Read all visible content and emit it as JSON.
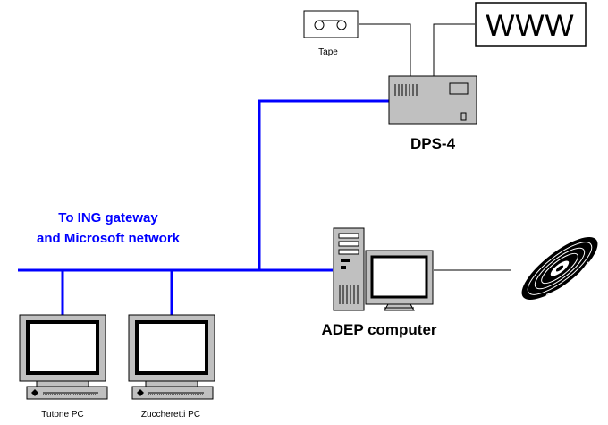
{
  "colors": {
    "network": "#0000ff",
    "device_fill": "#c0c0c0",
    "outline": "#000000",
    "background": "#ffffff"
  },
  "labels": {
    "tape": "Tape",
    "www": "WWW",
    "dps": "DPS-4",
    "gateway_line1": "To ING gateway",
    "gateway_line2": "and Microsoft network",
    "adep": "ADEP computer",
    "tutone": "Tutone PC",
    "zuccheretti": "Zuccheretti PC"
  },
  "icons": {
    "tape": "tape-cassette-icon",
    "www": "www-box-icon",
    "dps": "dps-device-icon",
    "adep": "tower-computer-icon",
    "disc": "optical-disc-icon",
    "pc": "desktop-pc-icon"
  }
}
